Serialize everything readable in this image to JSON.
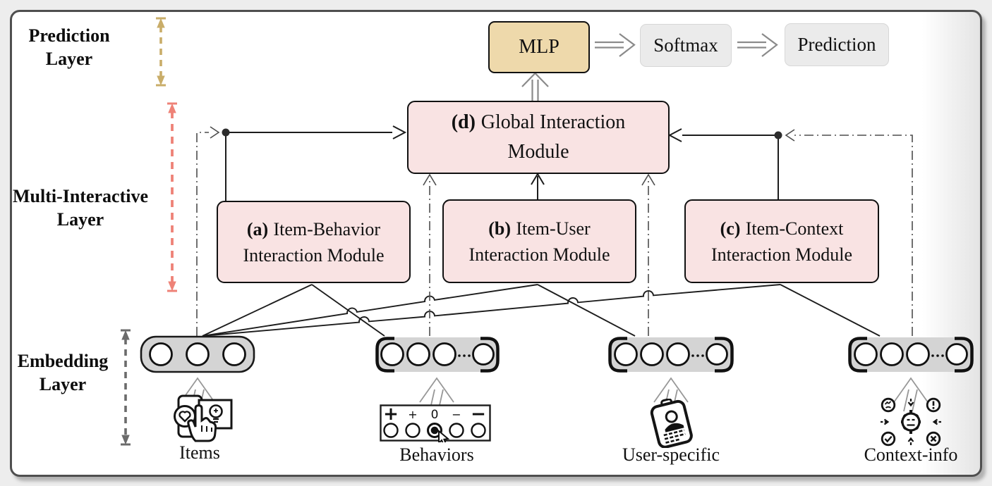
{
  "layer_labels": {
    "prediction": {
      "line1": "Prediction",
      "line2": "Layer"
    },
    "multi_interactive": {
      "line1": "Multi-Interactive",
      "line2": "Layer"
    },
    "embedding": {
      "line1": "Embedding",
      "line2": "Layer"
    }
  },
  "prediction_flow": {
    "mlp": "MLP",
    "softmax": "Softmax",
    "prediction": "Prediction"
  },
  "modules": {
    "a": {
      "prefix": "(a)",
      "line1": "Item-Behavior",
      "line2": "Interaction Module"
    },
    "b": {
      "prefix": "(b)",
      "line1": "Item-User",
      "line2": "Interaction Module"
    },
    "c": {
      "prefix": "(c)",
      "line1": "Item-Context",
      "line2": "Interaction Module"
    },
    "d": {
      "prefix": "(d)",
      "line1": "Global Interaction",
      "line2": "Module"
    }
  },
  "embedding_groups": [
    {
      "label": "Items",
      "icon": "tap-select-items-icon"
    },
    {
      "label": "Behaviors",
      "icon": "rating-scale-click-icon"
    },
    {
      "label": "User-specific",
      "icon": "id-badge-icon"
    },
    {
      "label": "Context-info",
      "icon": "context-gear-status-icon"
    }
  ],
  "behavior_scale_symbols": [
    "+",
    "+",
    "0",
    "−",
    "−"
  ],
  "colors": {
    "module_pink": "#f9e3e3",
    "mlp_tan": "#eed9ab",
    "flow_gray": "#ebebeb",
    "capsule_gray": "#d4d4d4",
    "prediction_arrow_tan": "#c9ad69",
    "interactive_arrow_red": "#ee8277",
    "embedding_arrow_gray": "#6b6b6b"
  }
}
